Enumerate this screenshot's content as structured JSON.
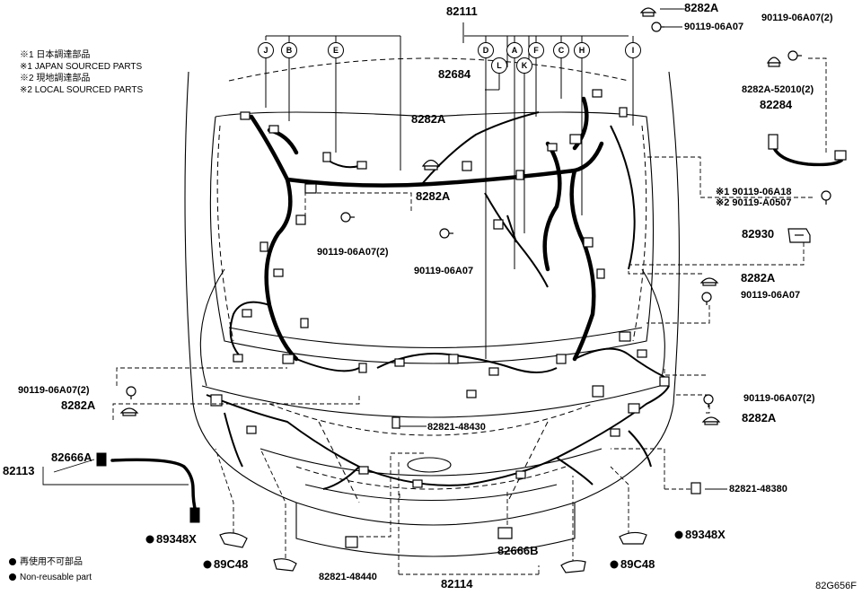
{
  "diagram_code": "82G656F",
  "notes": {
    "japan_jp": "※1 日本調達部品",
    "japan_en": "※1 JAPAN SOURCED PARTS",
    "local_jp": "※2 現地調達部品",
    "local_en": "※2 LOCAL SOURCED PARTS"
  },
  "legend": {
    "nonreuse_jp": "再使用不可部品",
    "nonreuse_en": "Non-reusable part"
  },
  "connector_letters": [
    "J",
    "B",
    "E",
    "D",
    "A",
    "F",
    "C",
    "H",
    "I",
    "L",
    "K"
  ],
  "parts": {
    "p82111": "82111",
    "p82684": "82684",
    "p8282A_top": "8282A",
    "p90119_06A07_top": "90119-06A07",
    "p90119_06A07_2_top": "90119-06A07(2)",
    "p8282A_52010": "8282A-52010(2)",
    "p82284": "82284",
    "p8282A_left_mid": "8282A",
    "p8282A_center": "8282A",
    "p90119_06A07_2_center": "90119-06A07(2)",
    "p90119_06A07_center": "90119-06A07",
    "p90119_06A18": "※1 90119-06A18",
    "p90119_A0507": "※2 90119-A0507",
    "p82930": "82930",
    "p8282A_right1": "8282A",
    "p90119_06A07_right1": "90119-06A07",
    "p90119_06A07_2_left": "90119-06A07(2)",
    "p8282A_left": "8282A",
    "p90119_06A07_2_right": "90119-06A07(2)",
    "p8282A_right2": "8282A",
    "p82821_48430": "82821-48430",
    "p82666A": "82666A",
    "p82113": "82113",
    "p82821_48380": "82821-48380",
    "p89348X_left": "89348X",
    "p89348X_right": "89348X",
    "p89C48_left": "89C48",
    "p89C48_right": "89C48",
    "p82821_48440": "82821-48440",
    "p82666B": "82666B",
    "p82114": "82114"
  }
}
